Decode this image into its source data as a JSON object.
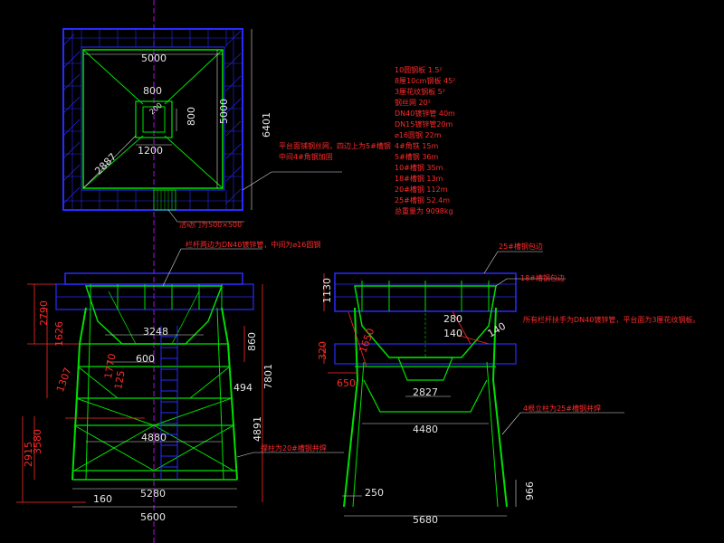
{
  "colors": {
    "background": "#000000",
    "platform": "#2a2aff",
    "steel": "#00e000",
    "dimension": "#ff2a2a",
    "text": "#e6e6e6",
    "axis": "#c000ff"
  },
  "plan_view": {
    "dim_width": "5000",
    "dim_height": "5000",
    "dim_outer": "6401",
    "dim_diag": "2887",
    "dim_hopper_top": "800",
    "dim_hopper_side": "800",
    "dim_hopper_w": "1200",
    "dim_hopper_d": "200",
    "note_platform": "平台面铺钢丝网，四边上为5#槽钢",
    "note_middle": "中间4#角钢加固",
    "note_door": "活动门为500×500"
  },
  "material_list": [
    "10圆钢板 1.5²",
    "8厘10cm钢板 45²",
    "3厘花纹钢板 5²",
    "钢丝网 20²",
    "DN40镀锌管 40m",
    "DN15镀锌管20m",
    "⌀16圆钢 22m",
    "4#角铁 15m",
    "5#槽钢 36m",
    "10#槽钢 35m",
    "18#槽钢 13m",
    "20#槽钢 112m",
    "25#槽钢 52.4m",
    "总重量为 9098kg"
  ],
  "front_view": {
    "note_rail": "栏杆两边为DN40镀锌管，中间为⌀16圆钢",
    "note_column": "撑柱为20#槽钢并焊",
    "dims": {
      "h2790": "2790",
      "h1626": "1626",
      "h1307": "1307",
      "h2915": "2915",
      "h3580": "3580",
      "h7801": "7801",
      "h4891": "4891",
      "h860": "860",
      "w3248": "3248",
      "w600": "600",
      "w1770": "1770",
      "w125": "125",
      "w494": "494",
      "w4880": "4880",
      "w5280": "5280",
      "w5600": "5600",
      "w160": "160"
    }
  },
  "side_view": {
    "note_25": "25#槽钢包边",
    "note_18": "18#槽钢包边",
    "note_rail": "所有栏杆扶手为DN40镀锌管，平台面为3厘花纹钢板。",
    "note_leg": "4根立柱为25#槽钢并焊",
    "dims": {
      "h1130": "1130",
      "h320": "320",
      "h1650": "1650",
      "w650": "650",
      "w2827": "2827",
      "w4480": "4480",
      "w5680": "5680",
      "w250": "250",
      "h966": "966",
      "d280": "280",
      "d140a": "140",
      "d140b": "140"
    }
  }
}
